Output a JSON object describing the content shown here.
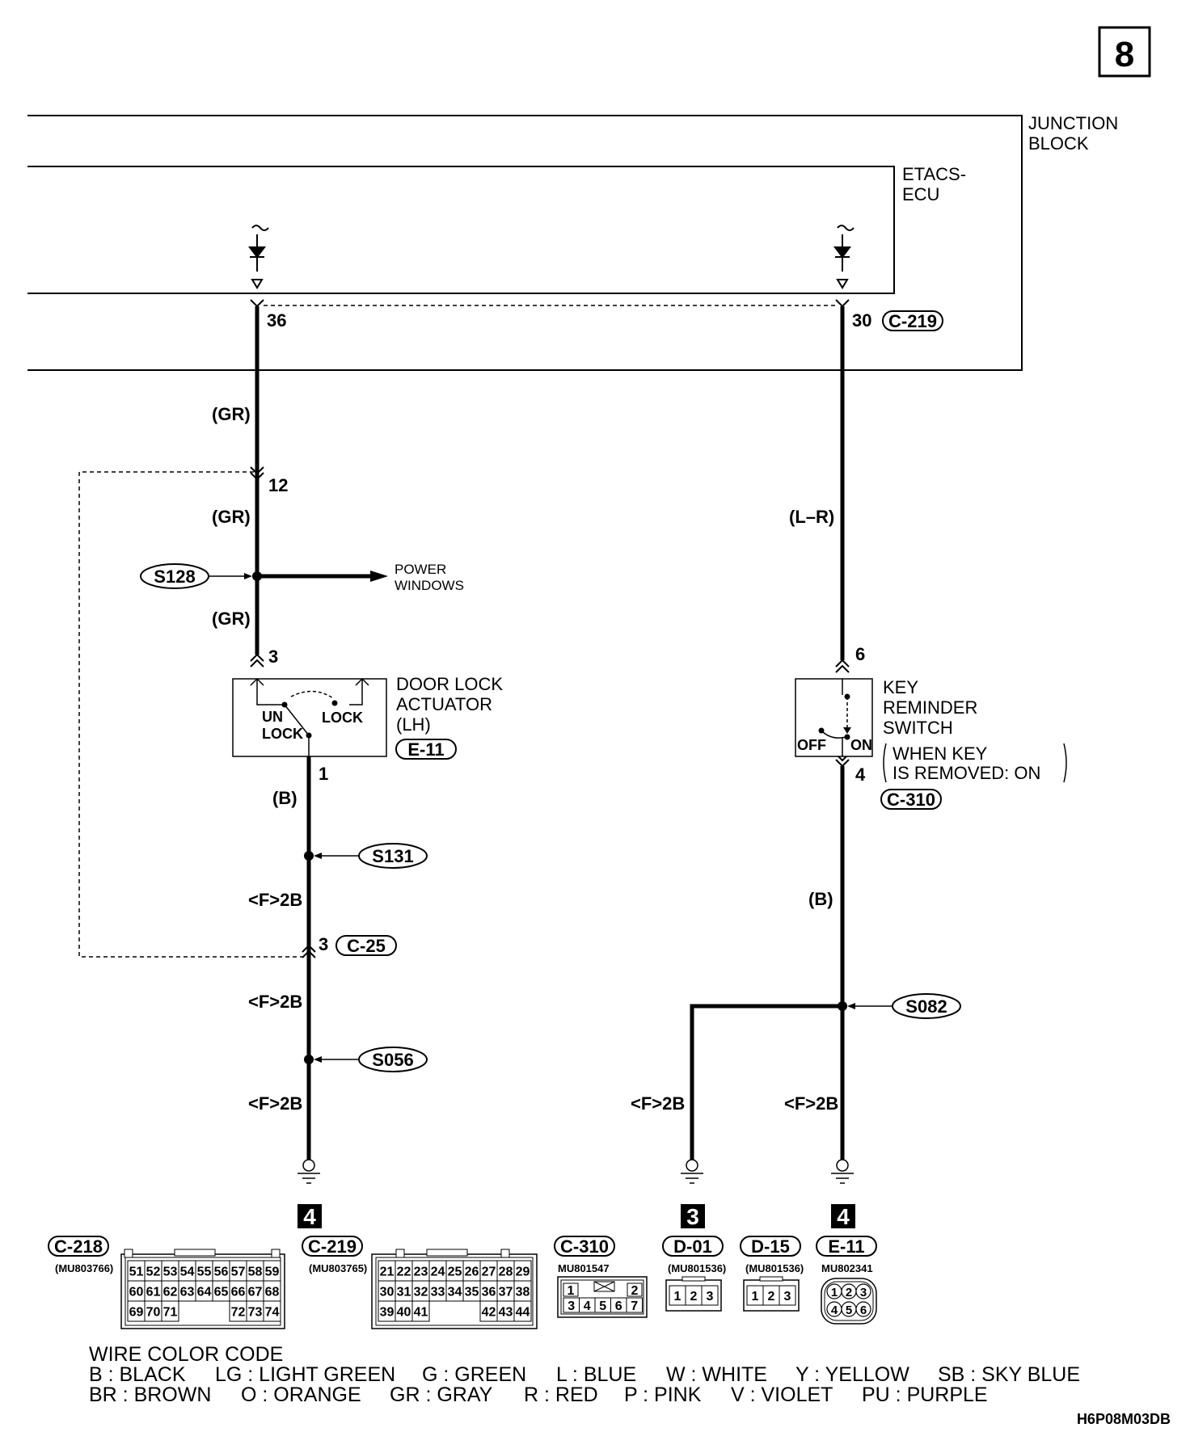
{
  "page_number": "8",
  "blocks": {
    "junction_block": [
      "JUNCTION",
      "BLOCK"
    ],
    "etacs": [
      "ETACS-",
      "ECU"
    ]
  },
  "terminals": {
    "t36": "36",
    "t30": "30",
    "c219_top": "C-219",
    "t12": "12",
    "t3_act": "3",
    "t1_act": "1",
    "t3_c25": "3",
    "c25": "C-25",
    "t6": "6",
    "t4": "4",
    "c310": "C-310",
    "e11": "E-11"
  },
  "wire_labels": {
    "gr1": "(GR)",
    "gr2": "(GR)",
    "gr3": "(GR)",
    "lr": "(L–R)",
    "b_left": "(B)",
    "b_right": "(B)",
    "f2b_1": "<F>2B",
    "f2b_2": "<F>2B",
    "f2b_3": "<F>2B",
    "f2b_4": "<F>2B",
    "f2b_5": "<F>2B"
  },
  "splices": {
    "s128": "S128",
    "s131": "S131",
    "s056": "S056",
    "s082": "S082"
  },
  "power_windows": [
    "POWER",
    "WINDOWS"
  ],
  "door_lock": {
    "title": [
      "DOOR LOCK",
      "ACTUATOR",
      "(LH)"
    ],
    "un": "UN",
    "unlock": "LOCK",
    "lock": "LOCK"
  },
  "key_switch": {
    "title": [
      "KEY",
      "REMINDER",
      "SWITCH"
    ],
    "note": [
      "WHEN KEY",
      "IS REMOVED: ON"
    ],
    "off": "OFF",
    "on": "ON"
  },
  "grounds": [
    "4",
    "3",
    "4"
  ],
  "connectors": [
    {
      "id": "C-218",
      "part": "(MU803766)",
      "rows": [
        [
          "51",
          "52",
          "53",
          "54",
          "55",
          "56",
          "57",
          "58",
          "59"
        ],
        [
          "60",
          "61",
          "62",
          "63",
          "64",
          "65",
          "66",
          "67",
          "68"
        ],
        [
          "69",
          "70",
          "71",
          "",
          "",
          "",
          "72",
          "73",
          "74"
        ]
      ]
    },
    {
      "id": "C-219",
      "part": "(MU803765)",
      "rows": [
        [
          "21",
          "22",
          "23",
          "24",
          "25",
          "26",
          "27",
          "28",
          "29"
        ],
        [
          "30",
          "31",
          "32",
          "33",
          "34",
          "35",
          "36",
          "37",
          "38"
        ],
        [
          "39",
          "40",
          "41",
          "",
          "",
          "",
          "",
          "42",
          "43",
          "44"
        ]
      ]
    },
    {
      "id": "C-310",
      "part": "MU801547",
      "rows": [
        [
          "1",
          "",
          "2"
        ],
        [
          "3",
          "4",
          "5",
          "6",
          "7"
        ]
      ]
    },
    {
      "id": "D-01",
      "part": "(MU801536)",
      "rows": [
        [
          "1",
          "2",
          "3"
        ]
      ]
    },
    {
      "id": "D-15",
      "part": "(MU801536)",
      "rows": [
        [
          "1",
          "2",
          "3"
        ]
      ]
    },
    {
      "id": "E-11",
      "part": "MU802341",
      "rows": [
        [
          "1",
          "2",
          "3"
        ],
        [
          "4",
          "5",
          "6"
        ]
      ]
    }
  ],
  "wire_color_code": {
    "title": "WIRE COLOR CODE",
    "line1": [
      "B : BLACK",
      "LG : LIGHT GREEN",
      "G : GREEN",
      "L : BLUE",
      "W : WHITE",
      "Y : YELLOW",
      "SB : SKY BLUE"
    ],
    "line2": [
      "BR : BROWN",
      "O : ORANGE",
      "GR : GRAY",
      "R : RED",
      "P : PINK",
      "V : VIOLET",
      "PU : PURPLE"
    ]
  },
  "figure_code": "H6P08M03DB"
}
